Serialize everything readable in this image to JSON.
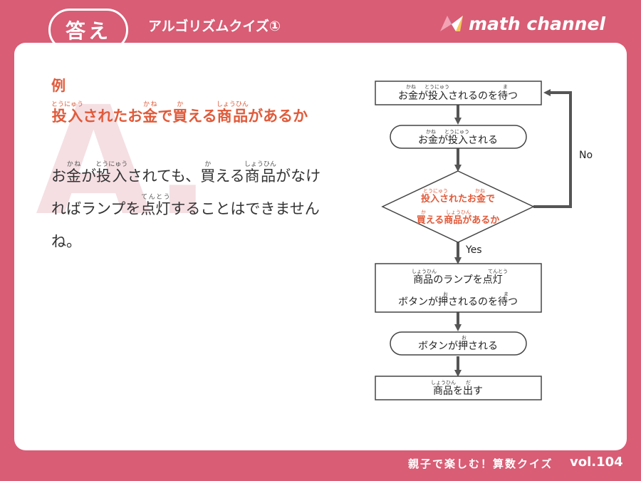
{
  "header": {
    "badge": "答え",
    "quiz_title": "アルゴリズムクイズ①",
    "brand": "math channel"
  },
  "watermark": "A.",
  "example": {
    "label": "例",
    "heading": {
      "p1": "投入",
      "p1_rt": "とうにゅう",
      "p2": "されたお",
      "p3": "金",
      "p3_rt": "かね",
      "p4": "で",
      "p5": "買",
      "p5_rt": "か",
      "p6": "える",
      "p7": "商品",
      "p7_rt": "しょうひん",
      "p8": "があるか"
    }
  },
  "answer": {
    "p1": "お",
    "p2": "金",
    "p2_rt": "かね",
    "p3": "が",
    "p4": "投入",
    "p4_rt": "とうにゅう",
    "p5": "されても、",
    "p6": "買",
    "p6_rt": "か",
    "p7": "える",
    "p8": "商品",
    "p8_rt": "しょうひん",
    "p9": "がなければランプを",
    "p10": "点灯",
    "p10_rt": "てんとう",
    "p11": "することはできませんね。"
  },
  "flowchart": {
    "step1": "お金が投入されるのを待つ",
    "step1_rt": {
      "kane": "かね",
      "tounyuu": "とうにゅう",
      "ma": "ま"
    },
    "step2": "お金が投入される",
    "step2_rt": {
      "kane": "かね",
      "tounyuu": "とうにゅう"
    },
    "decision_line1": "投入されたお金で",
    "decision_line1_rt": {
      "tounyuu": "とうにゅう",
      "kane": "かね"
    },
    "decision_line2": "買える商品があるか",
    "decision_line2_rt": {
      "ka": "か",
      "shouhin": "しょうひん"
    },
    "no_label": "No",
    "yes_label": "Yes",
    "step3_line1": "商品のランプを点灯",
    "step3_line1_rt": {
      "shouhin": "しょうひん",
      "tentou": "てんとう"
    },
    "step3_line2": "ボタンが押されるのを待つ",
    "step3_line2_rt": {
      "o": "お",
      "ma": "ま"
    },
    "step4": "ボタンが押される",
    "step4_rt": {
      "o": "お"
    },
    "step5": "商品を出す",
    "step5_rt": {
      "shouhin": "しょうひん",
      "da": "だ"
    }
  },
  "footer": {
    "tagline": "親子で楽しむ！算数クイズ",
    "volume": "vol.104"
  },
  "colors": {
    "brand_pink": "#d85d75",
    "accent_red": "#e05a3a",
    "text_dark": "#333333",
    "arrow_gray": "#555555"
  },
  "icons": [
    "math-channel-logo-icon"
  ]
}
